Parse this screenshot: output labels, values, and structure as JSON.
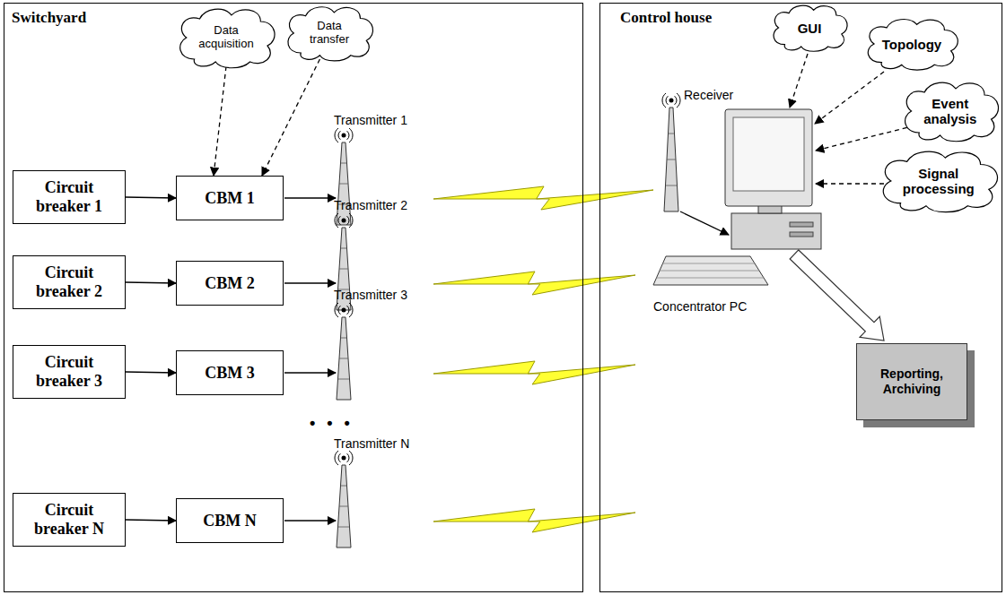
{
  "diagram": {
    "nodes": [
      {
        "text": [
          "Switchyard"
        ]
      },
      {
        "text": [
          "Data acquisition"
        ],
        "in": 0
      },
      {
        "text": [
          "Data transfer"
        ],
        "in": 0
      },
      {
        "text": [
          "Circuit breaker 1"
        ],
        "in": 0
      },
      {
        "text": [
          "CBM 1"
        ],
        "in": 0
      },
      {
        "text": [
          "Circuit breaker 2"
        ],
        "in": 0
      },
      {
        "text": [
          "CBM 2"
        ],
        "in": 0
      },
      {
        "text": [
          "Circuit breaker 3"
        ],
        "in": 0
      },
      {
        "text": [
          "CBM 3"
        ],
        "in": 0
      },
      {
        "text": [
          "Circuit breaker N"
        ],
        "in": 0
      },
      {
        "text": [
          "CBM N"
        ],
        "in": 0
      },
      {
        "text": [
          "Control house"
        ]
      },
      {
        "text": [
          "GUI"
        ],
        "in": 11
      },
      {
        "text": [
          "Topology"
        ],
        "in": 11
      },
      {
        "text": [
          "Event analysis"
        ],
        "in": 11
      },
      {
        "text": [
          "Signal processing"
        ],
        "in": 11
      },
      {
        "text": [
          "Reporting, Archiving"
        ],
        "in": 11
      }
    ],
    "edges": [
      {
        "from": 1,
        "to": 4,
        "arrow": "to"
      },
      {
        "from": 2,
        "to": 4,
        "arrow": "to"
      },
      {
        "from": 3,
        "to": 4,
        "arrow": "to"
      },
      {
        "from": 5,
        "to": 6,
        "arrow": "to"
      },
      {
        "from": 7,
        "to": 8,
        "arrow": "to"
      },
      {
        "from": 9,
        "to": 10,
        "arrow": "to"
      }
    ],
    "labels": [
      "Transmitter 1",
      "Transmitter 2",
      "Transmitter 3",
      "• • •",
      "Transmitter N",
      "Receiver",
      "Concentrator PC"
    ]
  }
}
